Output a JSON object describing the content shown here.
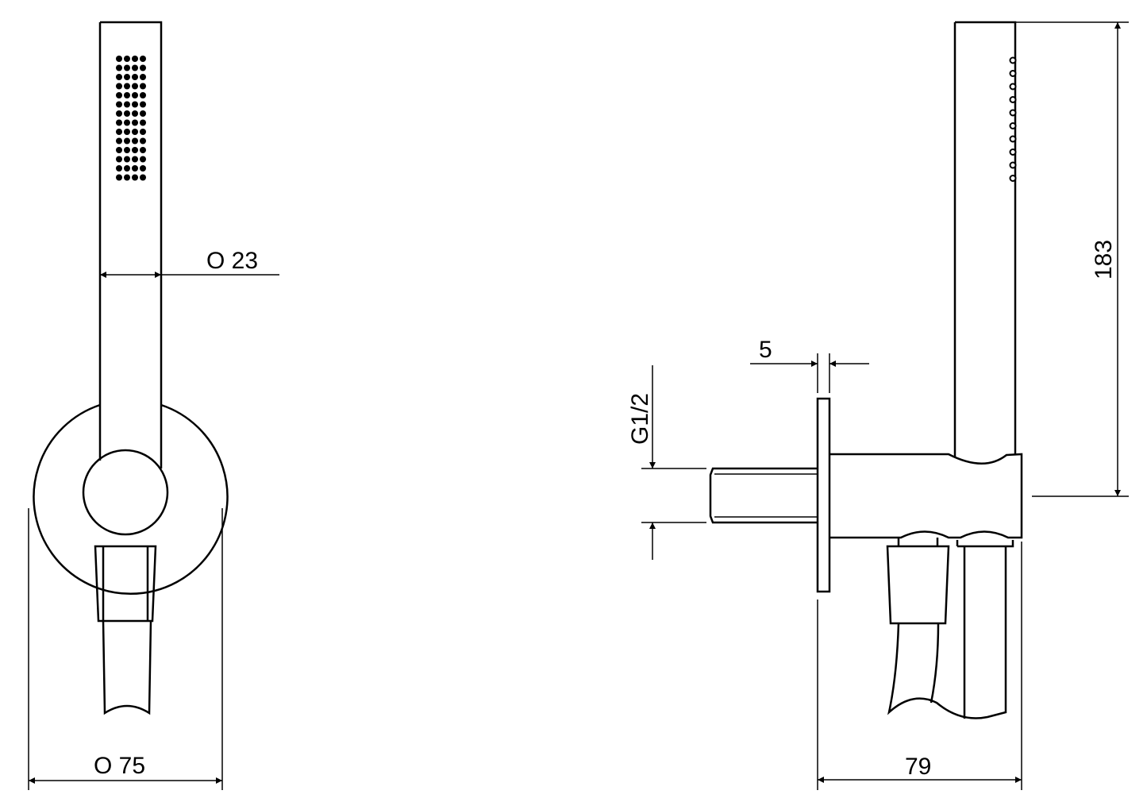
{
  "front_view": {
    "handle_diameter_label": "O 23",
    "plate_diameter_label": "O 75"
  },
  "side_view": {
    "plate_thickness_label": "5",
    "thread_label": "G1/2",
    "height_label": "183",
    "depth_label": "79"
  },
  "colors": {
    "line": "#000000",
    "background": "#ffffff"
  }
}
